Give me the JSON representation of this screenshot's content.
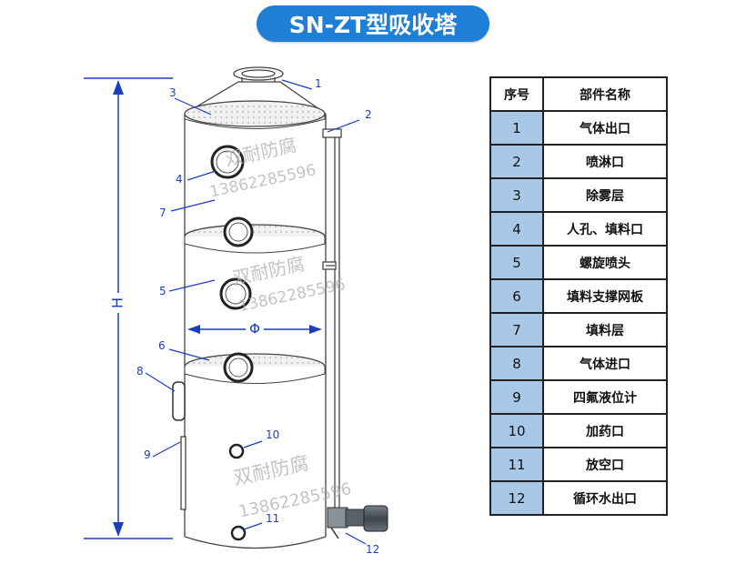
{
  "title": "SN-ZT型吸收塔",
  "dimensions": {
    "height_label": "H",
    "diameter_label": "Φ"
  },
  "watermark": {
    "company": "双耐防腐",
    "phone": "13862285596"
  },
  "colors": {
    "title_bg": "#1f7fd6",
    "number_cell_bg": "#a9c8e8",
    "callout_color": "#1a3fbf"
  },
  "table": {
    "headers": [
      "序号",
      "部件名称"
    ],
    "rows": [
      {
        "no": "1",
        "name": "气体出口"
      },
      {
        "no": "2",
        "name": "喷淋口"
      },
      {
        "no": "3",
        "name": "除雾层"
      },
      {
        "no": "4",
        "name": "人孔、填料口"
      },
      {
        "no": "5",
        "name": "螺旋喷头"
      },
      {
        "no": "6",
        "name": "填料支撑网板"
      },
      {
        "no": "7",
        "name": "填料层"
      },
      {
        "no": "8",
        "name": "气体进口"
      },
      {
        "no": "9",
        "name": "四氟液位计"
      },
      {
        "no": "10",
        "name": "加药口"
      },
      {
        "no": "11",
        "name": "放空口"
      },
      {
        "no": "12",
        "name": "循环水出口"
      }
    ]
  }
}
